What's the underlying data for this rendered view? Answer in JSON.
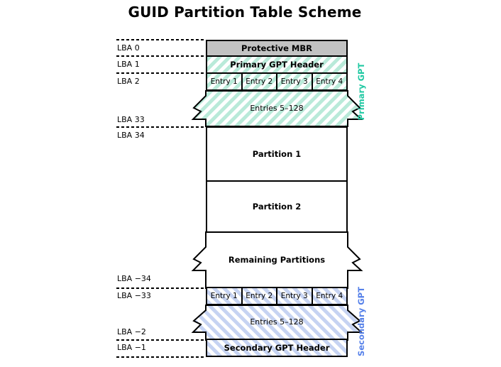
{
  "title": "GUID Partition Table Scheme",
  "side_labels": {
    "primary": "Primary GPT",
    "secondary": "Secondary GPT"
  },
  "lba_labels": [
    "LBA 0",
    "LBA 1",
    "LBA 2",
    "LBA 33",
    "LBA 34",
    "LBA −34",
    "LBA −33",
    "LBA −2",
    "LBA −1"
  ],
  "blocks": {
    "protective_mbr": "Protective MBR",
    "primary_gpt_header": "Primary GPT Header",
    "primary_entries": [
      "Entry 1",
      "Entry 2",
      "Entry 3",
      "Entry 4"
    ],
    "primary_entries_rest": "Entries 5–128",
    "partition_1": "Partition 1",
    "partition_2": "Partition 2",
    "remaining_partitions": "Remaining Partitions",
    "secondary_entries": [
      "Entry 1",
      "Entry 2",
      "Entry 3",
      "Entry 4"
    ],
    "secondary_entries_rest": "Entries 5–128",
    "secondary_gpt_header": "Secondary GPT Header"
  },
  "colors": {
    "primary_stripe": "#b9ead9",
    "secondary_stripe": "#c6d3f2",
    "primary_label_text": "#1fc8a2",
    "secondary_label_text": "#5580e9",
    "protective_mbr_fill": "#c2c2c2",
    "border": "#000000"
  }
}
